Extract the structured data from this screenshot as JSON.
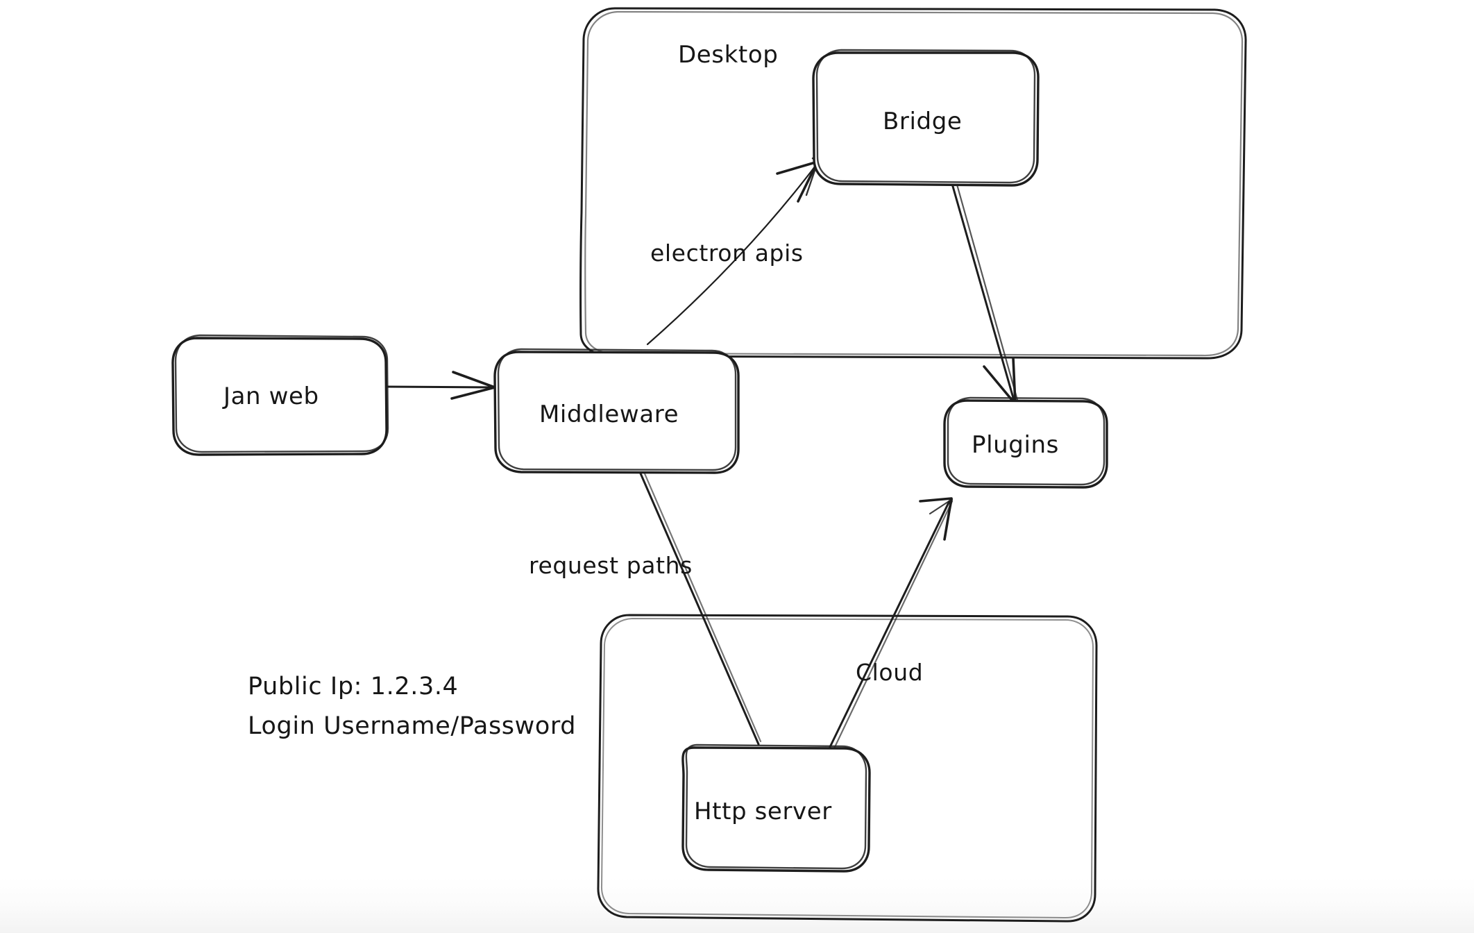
{
  "diagram": {
    "title": "Jan architecture sketch",
    "style": "hand-drawn whiteboard",
    "stroke_color": "#1d1d1d",
    "background_color": "#ffffff",
    "groups": [
      {
        "id": "desktop",
        "label": "Desktop"
      },
      {
        "id": "cloud_box",
        "label": ""
      }
    ],
    "nodes": [
      {
        "id": "jan_web",
        "label": "Jan web"
      },
      {
        "id": "middleware",
        "label": "Middleware"
      },
      {
        "id": "bridge",
        "label": "Bridge"
      },
      {
        "id": "plugins",
        "label": "Plugins"
      },
      {
        "id": "http_server",
        "label": "Http server"
      }
    ],
    "edges": [
      {
        "id": "e1",
        "from": "jan_web",
        "to": "middleware",
        "label": "",
        "arrow": true
      },
      {
        "id": "e2",
        "from": "middleware",
        "to": "bridge",
        "label": "electron apis",
        "arrow": true
      },
      {
        "id": "e3",
        "from": "bridge",
        "to": "plugins",
        "label": "",
        "arrow": true
      },
      {
        "id": "e4",
        "from": "middleware",
        "to": "http_server",
        "label": "request paths",
        "arrow": false
      },
      {
        "id": "e5",
        "from": "http_server",
        "to": "plugins",
        "label": "Cloud",
        "arrow": true
      }
    ],
    "notes": [
      {
        "id": "note_ip",
        "text": "Public Ip: 1.2.3.4"
      },
      {
        "id": "note_login",
        "text": "Login Username/Password"
      }
    ]
  }
}
